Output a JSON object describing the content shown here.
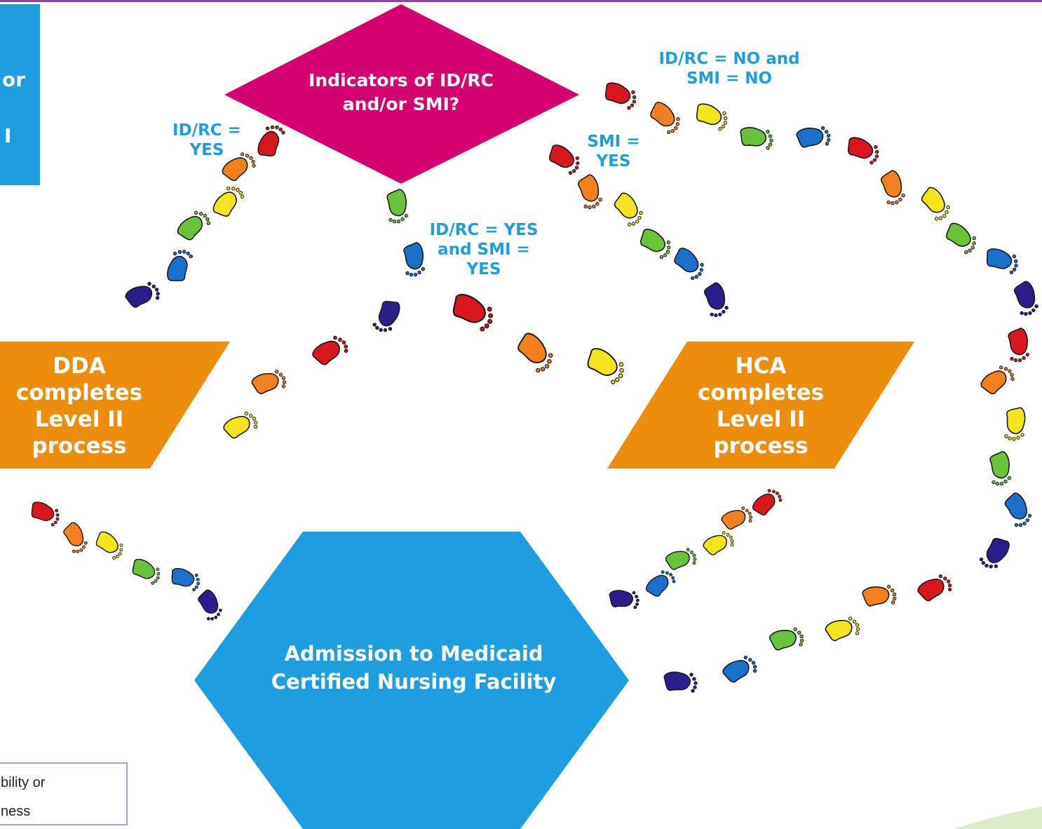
{
  "colors": {
    "blue": "#1e9ee0",
    "magenta": "#d4006f",
    "orange": "#ec8d0d",
    "footprints": [
      "#d7161e",
      "#f2801f",
      "#f3e41b",
      "#6ac13a",
      "#1c6fc9",
      "#2c1e8a"
    ]
  },
  "decision": {
    "text": "Indicators of ID/RC\nand/or SMI?"
  },
  "left_panel": {
    "text_fragment_1": "or",
    "text_fragment_2": "I"
  },
  "path_labels": {
    "idrc_yes": "ID/RC =\nYES",
    "both_yes": "ID/RC = YES\nand SMI =\nYES",
    "smi_yes": "SMI =\nYES",
    "both_no": "ID/RC = NO and\nSMI = NO"
  },
  "dda_box": {
    "text": "DDA\ncompletes\nLevel II\nprocess"
  },
  "hca_box": {
    "text": "HCA\ncompletes\nLevel II\nprocess"
  },
  "admission": {
    "text": "Admission to Medicaid\nCertified Nursing Facility"
  },
  "legend": {
    "line1": "bility or",
    "line2": "ness"
  }
}
